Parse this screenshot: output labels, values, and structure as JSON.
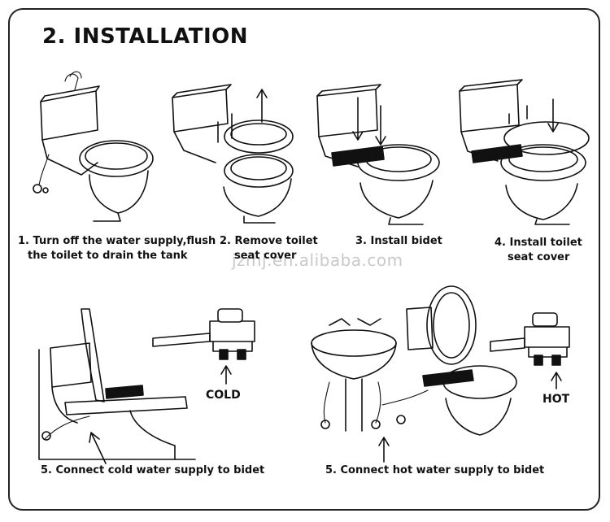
{
  "title": "2. INSTALLATION",
  "watermark": "jzmj.en.alibaba.com",
  "steps": [
    {
      "line1": "1. Turn off the water supply,flush",
      "line2": "the toilet to drain the tank"
    },
    {
      "line1": "2. Remove toilet",
      "line2": "seat cover"
    },
    {
      "line1": "3. Install bidet",
      "line2": ""
    },
    {
      "line1": "4. Install toilet",
      "line2": "seat cover"
    }
  ],
  "bottom_steps": [
    {
      "caption": "5. Connect cold water supply to bidet",
      "valve_label": "COLD"
    },
    {
      "caption": "5. Connect hot water supply to bidet",
      "valve_label": "HOT"
    }
  ]
}
